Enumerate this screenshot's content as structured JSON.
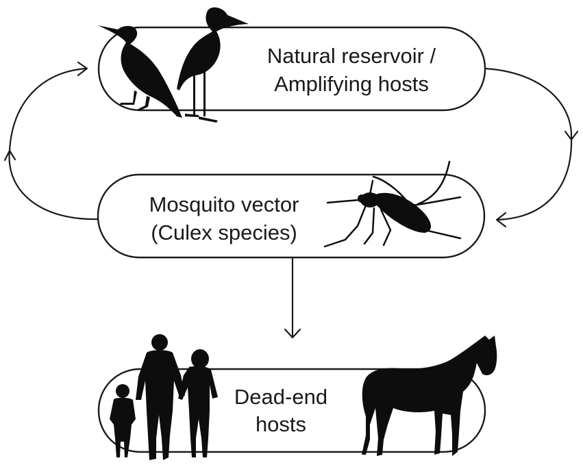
{
  "nodes": {
    "reservoir": {
      "line1": "Natural reservoir /",
      "line2": "Amplifying hosts"
    },
    "vector": {
      "line1": "Mosquito vector",
      "line2": "(Culex species)"
    },
    "deadend": {
      "line1": "Dead-end",
      "line2": "hosts"
    }
  },
  "icons": [
    "heron-icon",
    "heron-icon",
    "mosquito-icon",
    "child-icon",
    "man-icon",
    "woman-icon",
    "horse-icon"
  ],
  "colors": {
    "stroke": "#1a1a1a",
    "silhouette": "#0d0d0d",
    "background": "#ffffff"
  }
}
